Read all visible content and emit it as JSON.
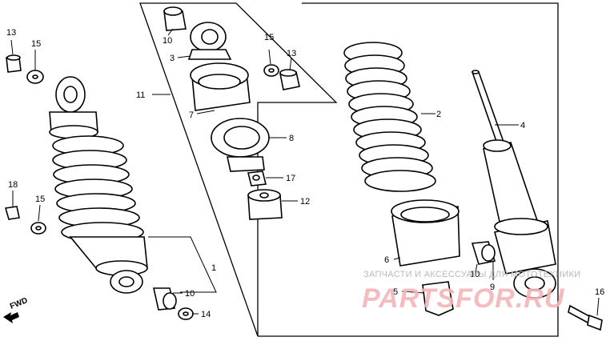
{
  "callouts": {
    "c1": "1",
    "c2": "2",
    "c3": "3",
    "c4": "4",
    "c5": "5",
    "c6": "6",
    "c7": "7",
    "c8": "8",
    "c9": "9",
    "c10a": "10",
    "c10b": "10",
    "c10c": "10",
    "c11": "11",
    "c12": "12",
    "c13a": "13",
    "c13b": "13",
    "c14": "14",
    "c15a": "15",
    "c15b": "15",
    "c15c": "15",
    "c16": "16",
    "c17": "17",
    "c18": "18"
  },
  "direction_label": "FWD",
  "watermark": {
    "tagline": "ЗАПЧАСТИ И АКСЕССУАРЫ ДЛЯ МОТОТЕХНИКИ",
    "logo": "PARTSFOR.RU"
  },
  "colors": {
    "line": "#000000",
    "watermark_text": "#b9b9b9",
    "watermark_logo": "#f3b5b8"
  }
}
